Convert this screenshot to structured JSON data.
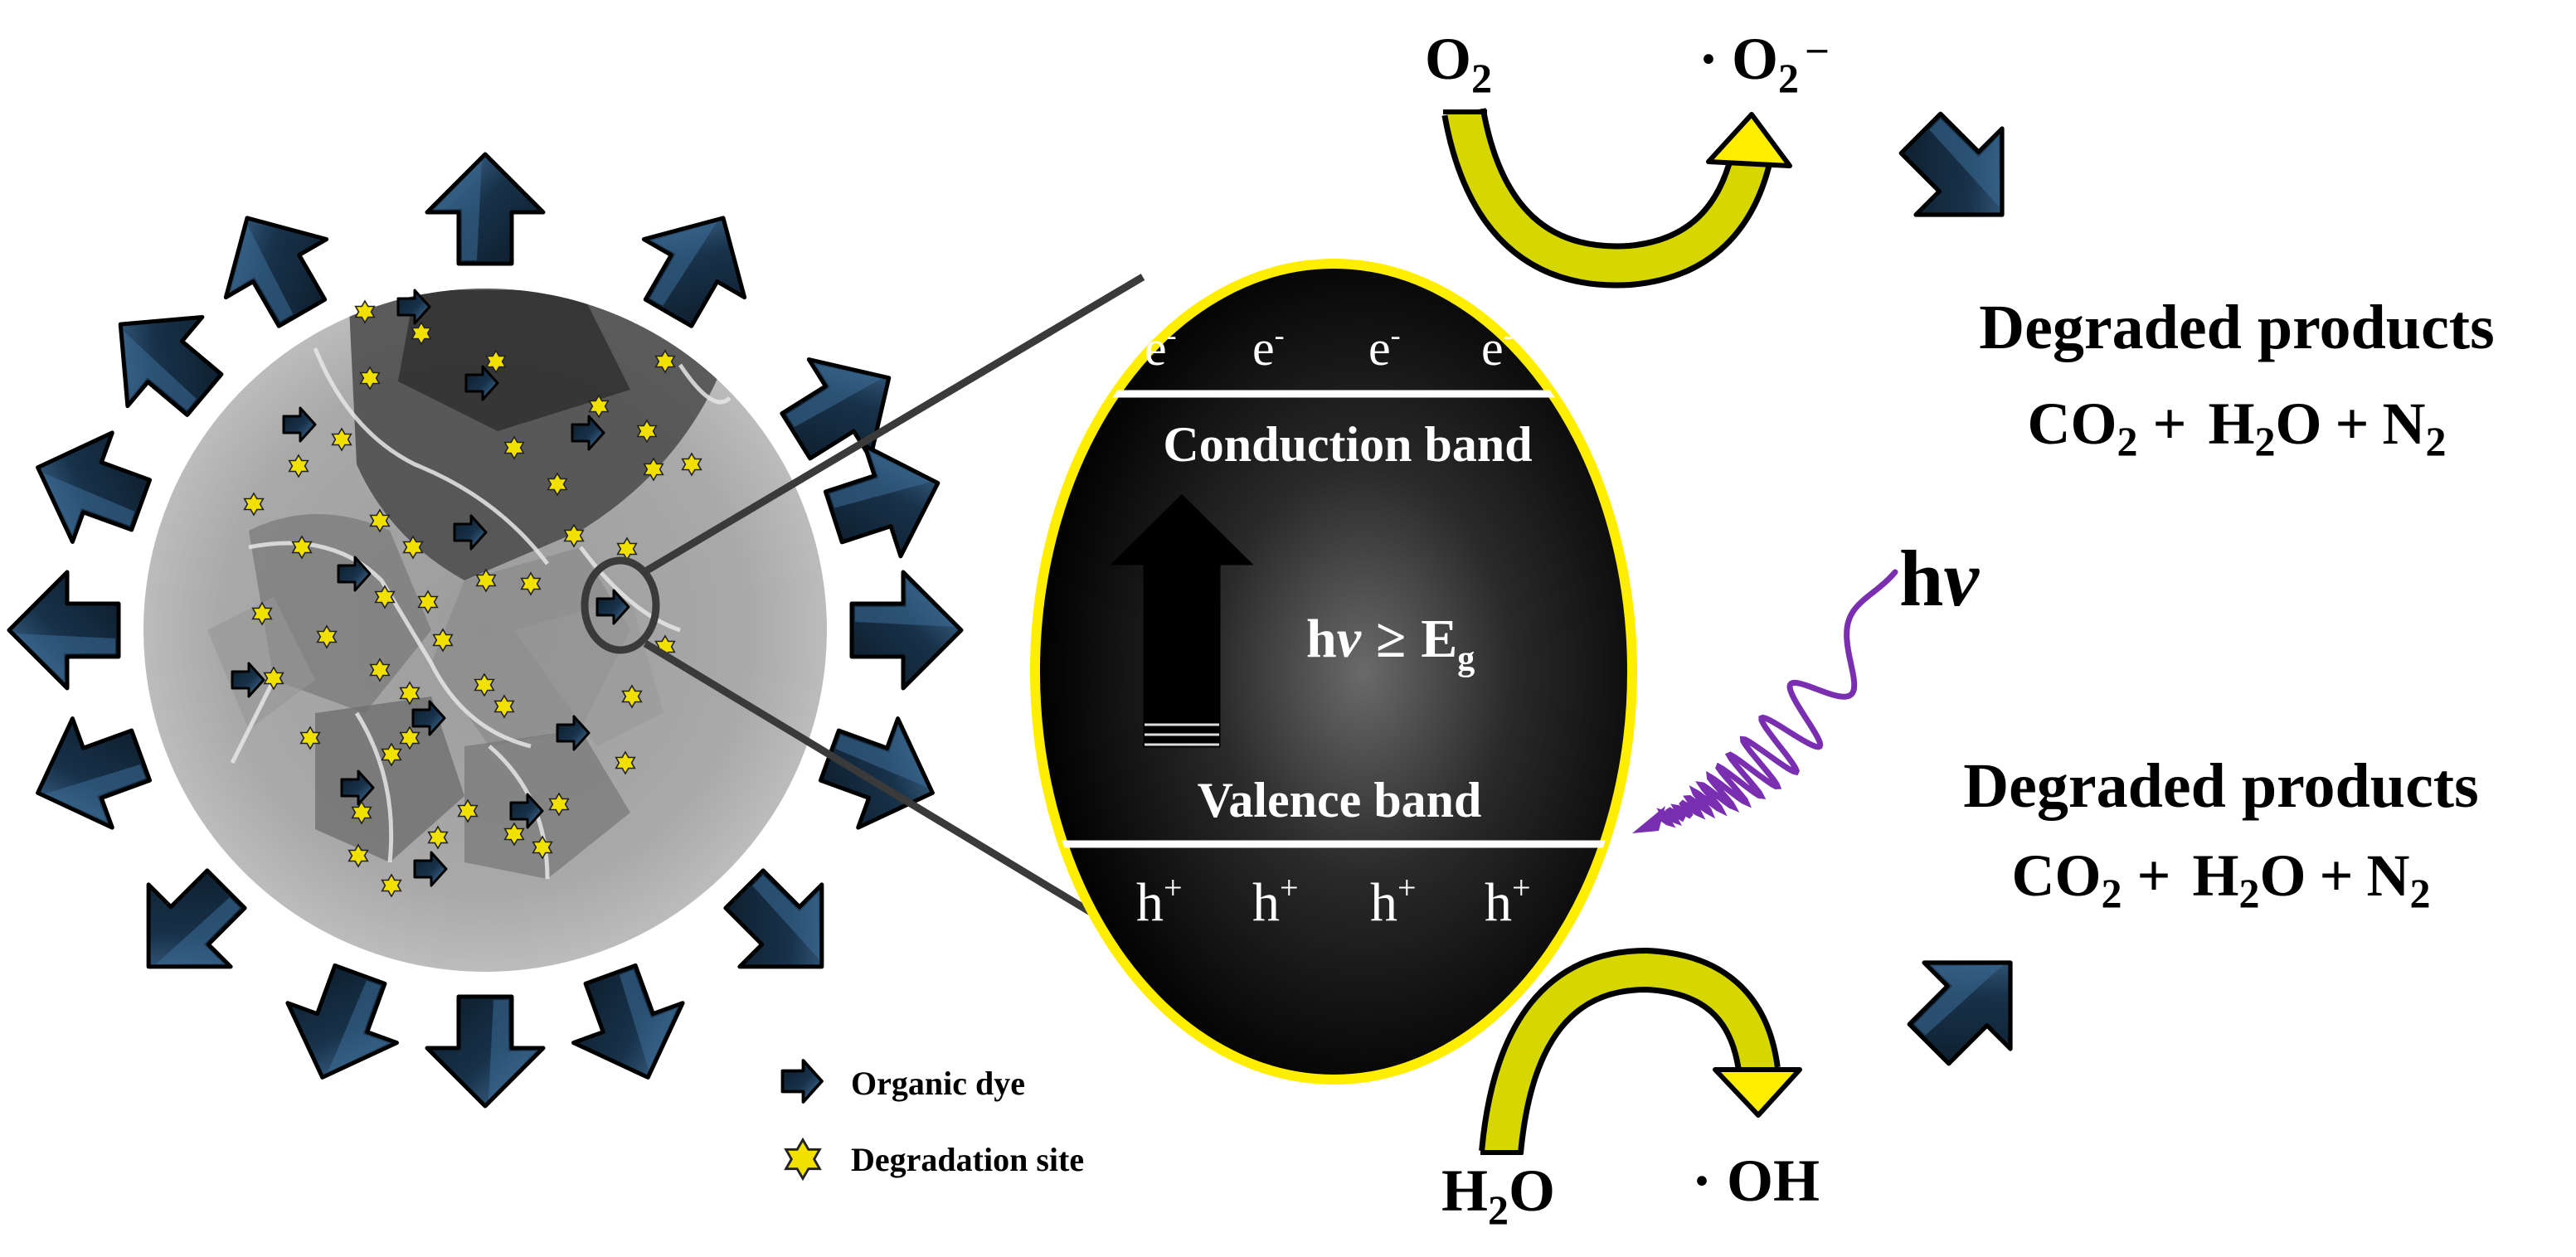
{
  "colors": {
    "arrow_dark": "#0e2233",
    "arrow_light": "#3d6c96",
    "ellipse_outline": "#ffee00",
    "curve_arrow_fill": "#d6d600",
    "star_fill": "#f2e100",
    "wave_color": "#7a2fb0",
    "particle_gray": "#b8b8b8"
  },
  "band": {
    "electron_label": "e",
    "electron_sup": "-",
    "conduction_label": "Conduction band",
    "gap_hv": "h",
    "gap_nu": "v",
    "gap_geq": "≥",
    "gap_E": "E",
    "gap_sub": "g",
    "valence_label": "Valence band",
    "hole_label": "h",
    "hole_sup": "+"
  },
  "reactions": {
    "top_left_O": "O",
    "top_left_sub": "2",
    "top_right_dot": "·",
    "top_right_O": "O",
    "top_right_sub": "2",
    "top_right_charge": "–",
    "bottom_left_H": "H",
    "bottom_left_sub": "2",
    "bottom_left_O": "O",
    "bottom_right": "· OH"
  },
  "products": {
    "title": "Degraded products",
    "co": "CO",
    "h2o_h": "H",
    "h2o_o": "O",
    "n": "N",
    "sub": "2",
    "plus": "+"
  },
  "light": {
    "h": "h",
    "nu": "v"
  },
  "legend": {
    "dye_label": "Organic dye",
    "site_label": "Degradation site"
  }
}
